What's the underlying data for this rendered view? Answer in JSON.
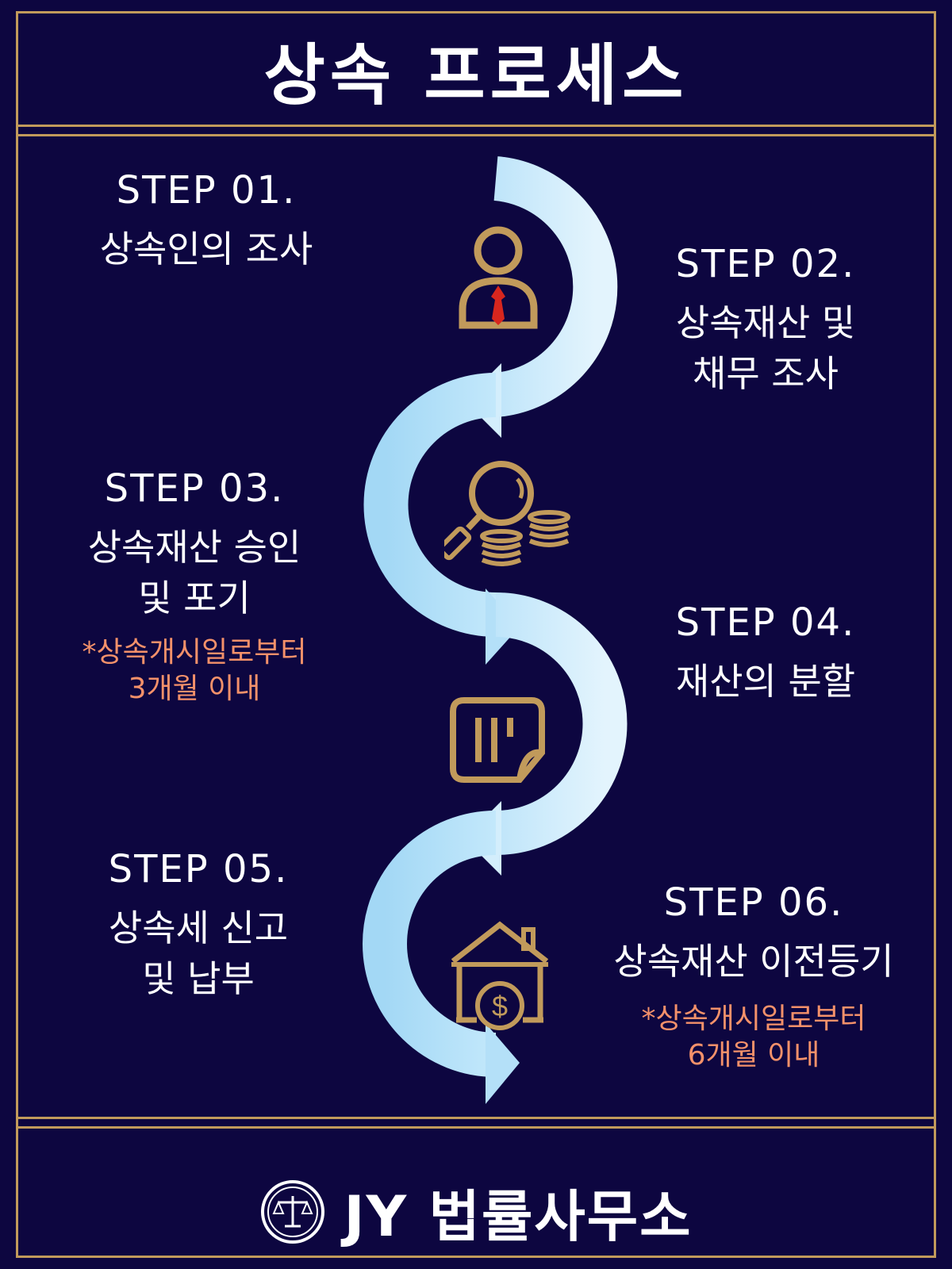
{
  "title": "상속 프로세스",
  "steps": [
    {
      "label": "STEP 01.",
      "desc1": "상속인의 조사",
      "desc2": "",
      "note1": "",
      "note2": ""
    },
    {
      "label": "STEP 02.",
      "desc1": "상속재산 및",
      "desc2": "채무 조사",
      "note1": "",
      "note2": ""
    },
    {
      "label": "STEP 03.",
      "desc1": "상속재산 승인",
      "desc2": "및 포기",
      "note1": "*상속개시일로부터",
      "note2": "3개월 이내"
    },
    {
      "label": "STEP 04.",
      "desc1": "재산의 분할",
      "desc2": "",
      "note1": "",
      "note2": ""
    },
    {
      "label": "STEP 05.",
      "desc1": "상속세 신고",
      "desc2": "및 납부",
      "note1": "",
      "note2": ""
    },
    {
      "label": "STEP 06.",
      "desc1": "상속재산 이전등기",
      "desc2": "",
      "note1": "*상속개시일로부터",
      "note2": "6개월 이내"
    }
  ],
  "footer": {
    "brand": "JY 법률사무소",
    "logo_icon": "scales-of-justice-icon"
  },
  "icons": [
    "person-icon",
    "magnifier-coins-icon",
    "document-icon",
    "house-dollar-icon"
  ],
  "colors": {
    "background": "#0d0640",
    "gold": "#c19a5b",
    "note": "#f4916a",
    "arrow_light": "#d3eefc",
    "arrow_mid": "#a8dcf6",
    "text": "#ffffff"
  }
}
